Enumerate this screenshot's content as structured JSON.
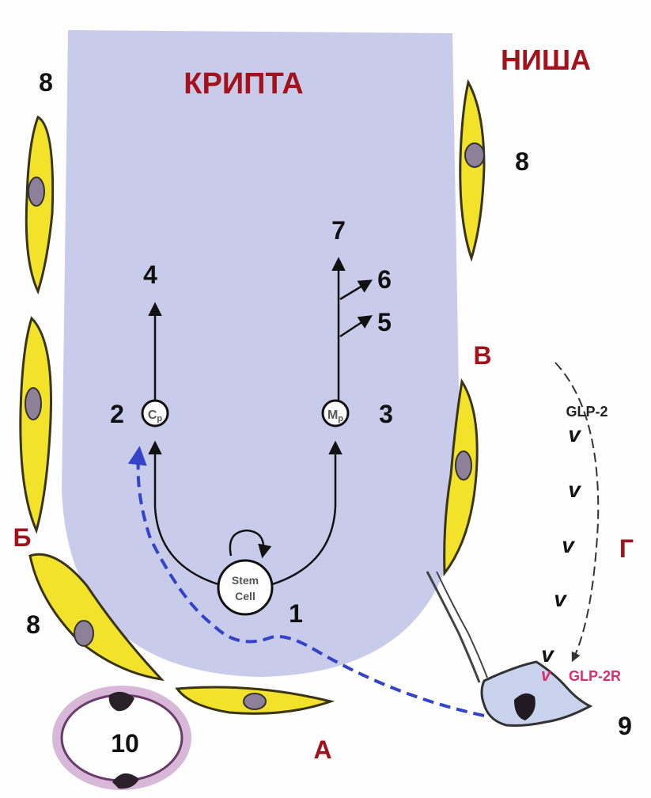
{
  "labels": {
    "crypt": "КРИПТА",
    "niche": "НИША",
    "region_a": "А",
    "region_b": "Б",
    "region_v": "В",
    "region_g": "Г"
  },
  "numbers": {
    "n1": "1",
    "n2": "2",
    "n3": "3",
    "n4": "4",
    "n5": "5",
    "n6": "6",
    "n7": "7",
    "n8_top_left": "8",
    "n8_top_right": "8",
    "n8_bottom_left": "8",
    "n9": "9",
    "n10": "10"
  },
  "cells": {
    "stem_line1": "Stem",
    "stem_line2": "Cell",
    "cp_label": "C",
    "cp_sub": "p",
    "mp_label": "M",
    "mp_sub": "p"
  },
  "signals": {
    "glp2": "GLP-2",
    "glp2r": "GLP-2R",
    "molecule_glyph": "v"
  },
  "colors": {
    "crypt_fill": "#c8cbea",
    "fibroblast_fill": "#f3e22a",
    "fibroblast_stroke": "#3a3416",
    "label_red": "#a3121b",
    "pathway_blue": "#3344c8",
    "receptor_pink": "#d8306e",
    "cell9_fill": "#c9d3ee"
  }
}
